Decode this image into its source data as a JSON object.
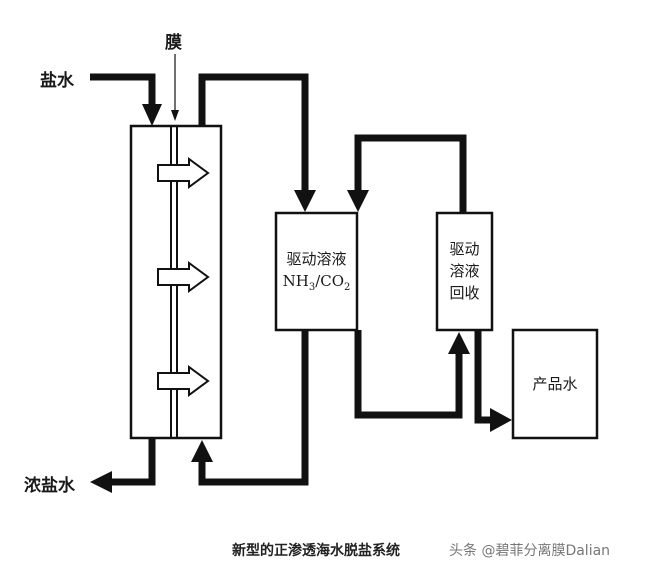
{
  "diagram": {
    "labels": {
      "membrane": "膜",
      "feed": "盐水",
      "brine": "浓盐水"
    },
    "draw_solution_box": {
      "line1": "驱动溶液",
      "formula_parts": [
        "NH",
        "3",
        "/CO",
        "2"
      ]
    },
    "recovery_box": {
      "line1": "驱动",
      "line2": "溶液",
      "line3": "回收"
    },
    "product_box": {
      "label": "产品水"
    },
    "flux_arrow_count": 3
  },
  "caption": {
    "title": "新型的正渗透海水脱盐系统",
    "watermark": "头条 @碧菲分离膜Dalian"
  },
  "colors": {
    "line": "#111111",
    "background": "#ffffff"
  }
}
